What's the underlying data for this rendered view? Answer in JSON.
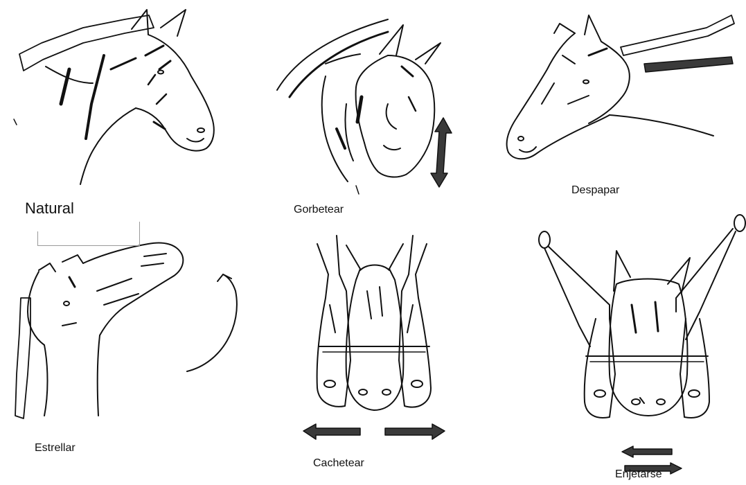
{
  "panels": [
    {
      "id": "natural",
      "label": "Natural"
    },
    {
      "id": "gorbetear",
      "label": "Gorbetear"
    },
    {
      "id": "despapar",
      "label": "Despapar"
    },
    {
      "id": "estrellar",
      "label": "Estrellar"
    },
    {
      "id": "cachetear",
      "label": "Cachetear"
    },
    {
      "id": "enjetarse",
      "label": "Enjetarse"
    }
  ],
  "colors": {
    "ink": "#111111",
    "arrow_fill": "#3a3a3a",
    "background": "#ffffff"
  }
}
